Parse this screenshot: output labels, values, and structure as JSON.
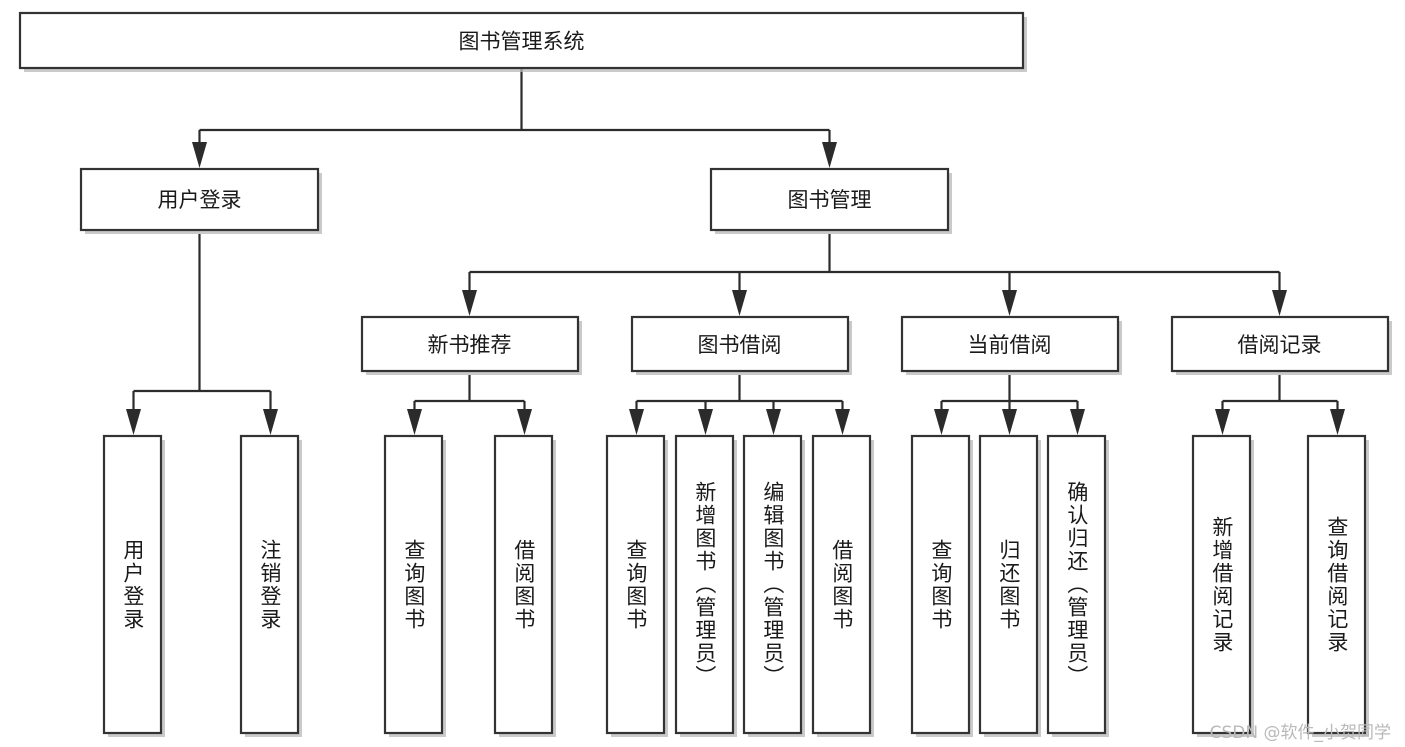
{
  "diagram": {
    "title": "图书管理系统",
    "type": "tree-hierarchy-chart",
    "watermark": "CSDN @软件_小贺同学",
    "root": {
      "label": "图书管理系统"
    },
    "level2": [
      {
        "label": "用户登录"
      },
      {
        "label": "图书管理"
      }
    ],
    "level3": [
      {
        "label": "新书推荐"
      },
      {
        "label": "图书借阅"
      },
      {
        "label": "当前借阅"
      },
      {
        "label": "借阅记录"
      }
    ],
    "leaves": [
      {
        "label": "用户登录",
        "parent": "用户登录"
      },
      {
        "label": "注销登录",
        "parent": "用户登录"
      },
      {
        "label": "查询图书",
        "parent": "新书推荐"
      },
      {
        "label": "借阅图书",
        "parent": "新书推荐"
      },
      {
        "label": "查询图书",
        "parent": "图书借阅"
      },
      {
        "label": "新增图书（管理员）",
        "parent": "图书借阅"
      },
      {
        "label": "编辑图书（管理员）",
        "parent": "图书借阅"
      },
      {
        "label": "借阅图书",
        "parent": "图书借阅"
      },
      {
        "label": "查询图书",
        "parent": "当前借阅"
      },
      {
        "label": "归还图书",
        "parent": "当前借阅"
      },
      {
        "label": "确认归还（管理员）",
        "parent": "当前借阅"
      },
      {
        "label": "新增借阅记录",
        "parent": "借阅记录"
      },
      {
        "label": "查询借阅记录",
        "parent": "借阅记录"
      }
    ],
    "colors": {
      "box_fill": "#ffffff",
      "box_stroke": "#333333",
      "edge": "#2b2b2b",
      "background": "#ffffff",
      "watermark": "#b9b9b9"
    }
  }
}
